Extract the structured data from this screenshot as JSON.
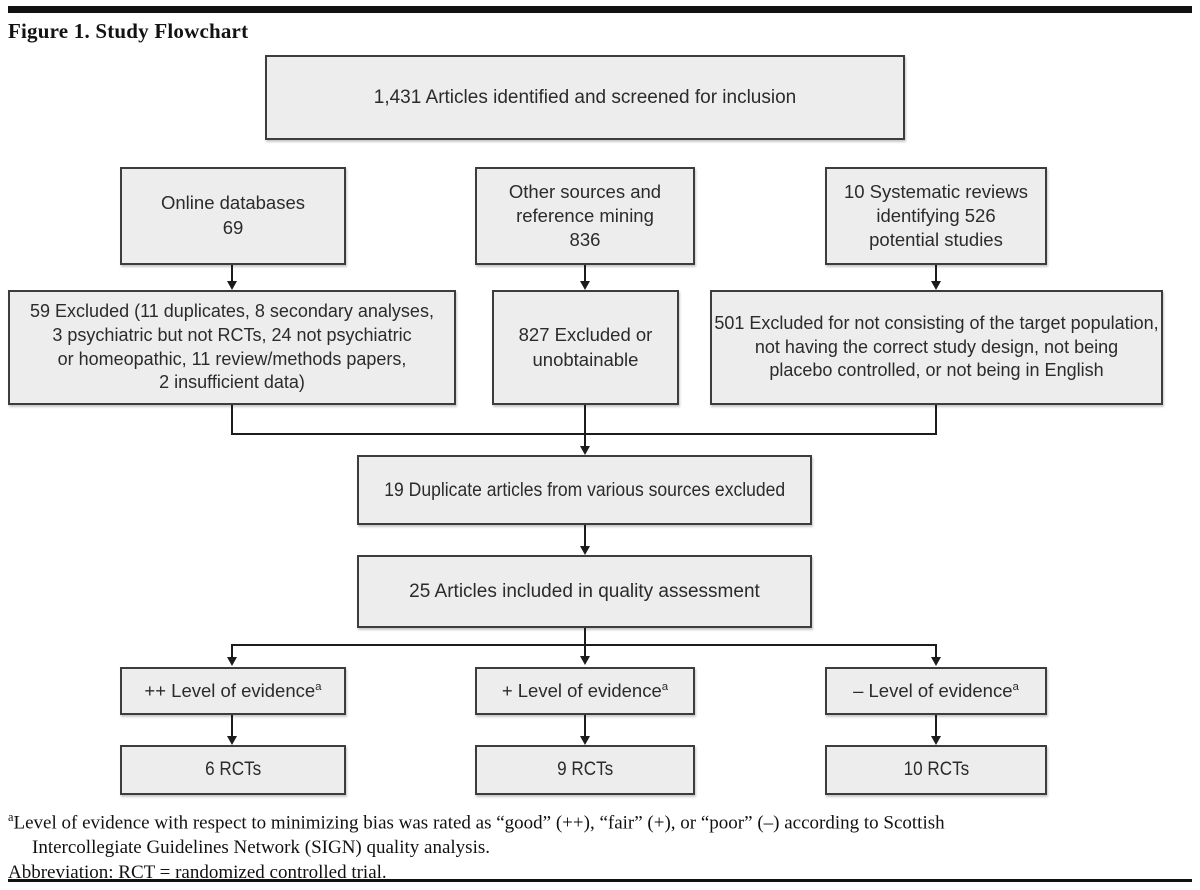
{
  "figure": {
    "title": "Figure 1. Study Flowchart"
  },
  "flowchart": {
    "screening": {
      "text": "1,431 Articles identified and screened for inclusion"
    },
    "sources": [
      {
        "text": "Online databases\n69"
      },
      {
        "text": "Other sources and\nreference mining\n836"
      },
      {
        "text": "10 Systematic reviews\nidentifying 526\npotential studies"
      }
    ],
    "exclusions": [
      {
        "text": "59 Excluded (11 duplicates, 8 secondary analyses,\n3 psychiatric but not RCTs, 24 not psychiatric\nor homeopathic, 11 review/methods papers,\n2 insufficient data)"
      },
      {
        "text": "827 Excluded or\nunobtainable"
      },
      {
        "text": "501 Excluded for not consisting of the target population,\nnot having the correct study design, not being\nplacebo controlled, or not being in English"
      }
    ],
    "duplicates": {
      "text": "19 Duplicate articles from various sources excluded"
    },
    "quality": {
      "text": "25 Articles included in quality assessment"
    },
    "evidence_levels": [
      {
        "label": "++ Level of evidence",
        "note_mark": "a"
      },
      {
        "label": "+ Level of evidence",
        "note_mark": "a"
      },
      {
        "label": "– Level of evidence",
        "note_mark": "a"
      }
    ],
    "rct_counts": [
      {
        "text": "6 RCTs"
      },
      {
        "text": "9 RCTs"
      },
      {
        "text": "10 RCTs"
      }
    ]
  },
  "footnotes": {
    "note_mark": "a",
    "note_line1": "Level of evidence with respect to minimizing bias was rated as “good” (++), “fair” (+), or “poor” (–) according to Scottish",
    "note_line2": "Intercollegiate Guidelines Network (SIGN) quality analysis.",
    "abbreviation": "Abbreviation: RCT = randomized controlled trial."
  },
  "colors": {
    "box_fill": "#eeedee",
    "box_border": "#3d3d3d",
    "line": "#1c1c1c",
    "text": "#2b2b2b"
  }
}
